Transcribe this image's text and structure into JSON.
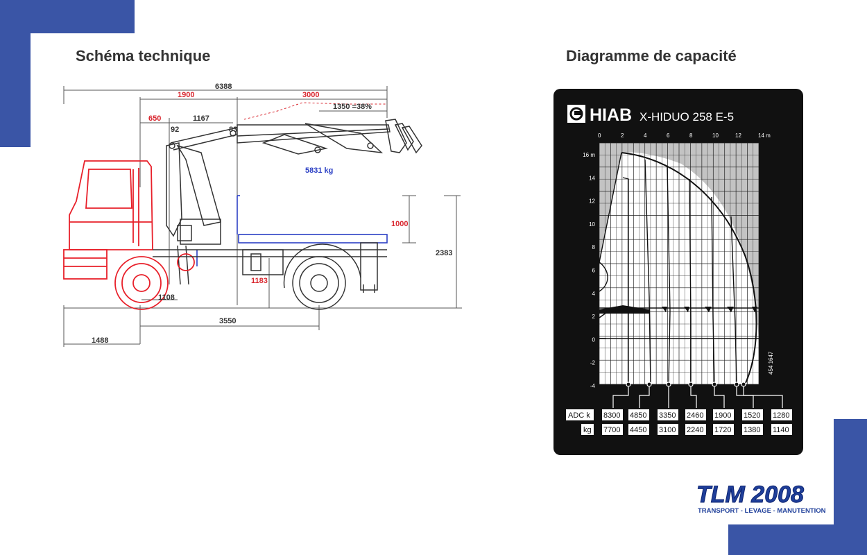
{
  "schema": {
    "title": "Schéma technique",
    "load_label": "5831 kg",
    "dims": {
      "d6388": "6388",
      "d1900": "1900",
      "d3000": "3000",
      "d1350": "1350 =38%",
      "d650": "650",
      "d1167": "1167",
      "d92": "92",
      "d83": "83",
      "d1000": "1000",
      "d2383": "2383",
      "d1183": "1183",
      "d1108": "1108",
      "d3550": "3550",
      "d1488": "1488"
    }
  },
  "capacity": {
    "title": "Diagramme de capacité",
    "brand": "HIAB",
    "model": "X-HIDUO 258 E-5",
    "serial": "454 1647",
    "x_ticks": [
      "0",
      "2",
      "4",
      "6",
      "8",
      "10",
      "12",
      "14 m"
    ],
    "y_ticks": [
      "16 m",
      "14",
      "12",
      "10",
      "8",
      "6",
      "4",
      "2",
      "0",
      "-2",
      "-4"
    ],
    "row1_label": "ADC k",
    "row2_label": "kg",
    "row1": [
      "8300",
      "4850",
      "3350",
      "2460",
      "1900",
      "1520",
      "1280"
    ],
    "row2": [
      "7700",
      "4450",
      "3100",
      "2240",
      "1720",
      "1380",
      "1140"
    ]
  },
  "logo": {
    "name": "TLM 2008",
    "tagline": "TRANSPORT - LEVAGE - MANUTENTION"
  },
  "colors": {
    "accent_blue": "#3a55a6",
    "truck_red": "#e8202a",
    "dimension_red": "#d9262e",
    "crane_blue": "#2b3fc4",
    "chart_black": "#111111"
  }
}
